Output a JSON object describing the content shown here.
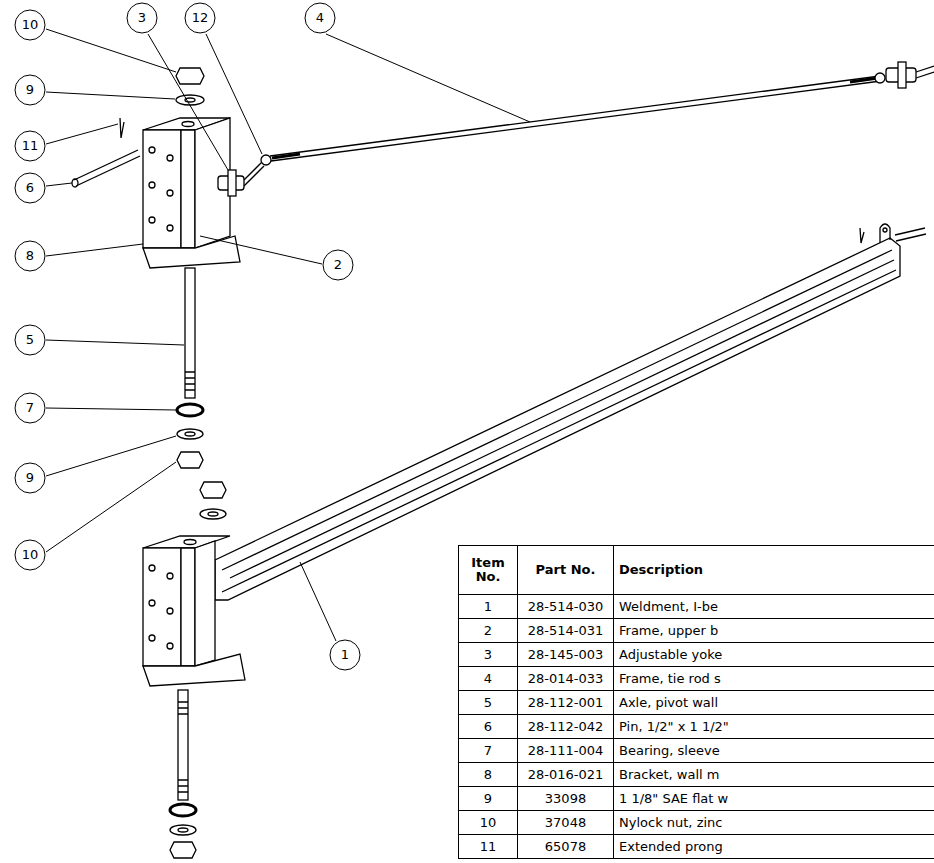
{
  "diagram": {
    "nodes": [
      {
        "text": [
          "10"
        ]
      },
      {
        "text": [
          "3"
        ]
      },
      {
        "text": [
          "12"
        ]
      },
      {
        "text": [
          "4"
        ]
      },
      {
        "text": [
          "9"
        ]
      },
      {
        "text": [
          "11"
        ]
      },
      {
        "text": [
          "6"
        ]
      },
      {
        "text": [
          "8"
        ]
      },
      {
        "text": [
          "2"
        ]
      },
      {
        "text": [
          "5"
        ]
      },
      {
        "text": [
          "7"
        ]
      },
      {
        "text": [
          "9"
        ]
      },
      {
        "text": [
          "10"
        ]
      },
      {
        "text": [
          "1"
        ]
      }
    ],
    "edges": [],
    "labels": [
      "Item No.",
      "Part No.",
      "Description",
      "1",
      "28-514-030",
      "Weldment, I-be",
      "2",
      "28-514-031",
      "Frame, upper b",
      "3",
      "28-145-003",
      "Adjustable yoke",
      "4",
      "28-014-033",
      "Frame, tie rod s",
      "5",
      "28-112-001",
      "Axle, pivot wall",
      "6",
      "28-112-042",
      "Pin, 1/2\" x 1 1/2\"",
      "7",
      "28-111-004",
      "Bearing, sleeve",
      "8",
      "28-016-021",
      "Bracket, wall m",
      "9",
      "33098",
      "1 1/8\" SAE flat w",
      "10",
      "37048",
      "Nylock nut, zinc",
      "11",
      "65078",
      "Extended prong"
    ]
  }
}
